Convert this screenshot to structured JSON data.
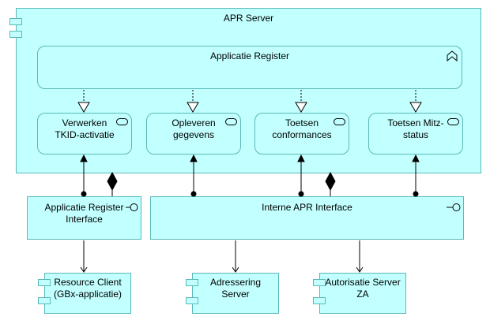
{
  "server": {
    "title": "APR Server"
  },
  "register": {
    "title": "Applicatie Register"
  },
  "services": [
    {
      "label": "Verwerken\nTKID-activatie"
    },
    {
      "label": "Opleveren\ngegevens"
    },
    {
      "label": "Toetsen\nconformances"
    },
    {
      "label": "Toetsen Mitz-\nstatus"
    }
  ],
  "interfaces": {
    "register_interface": "Applicatie Register\nInterface",
    "internal_interface": "Interne APR Interface"
  },
  "components": [
    {
      "label": "Resource Client\n(GBx-applicatie)"
    },
    {
      "label": "Adressering\nServer"
    },
    {
      "label": "Autorisatie Server\nZA"
    }
  ]
}
